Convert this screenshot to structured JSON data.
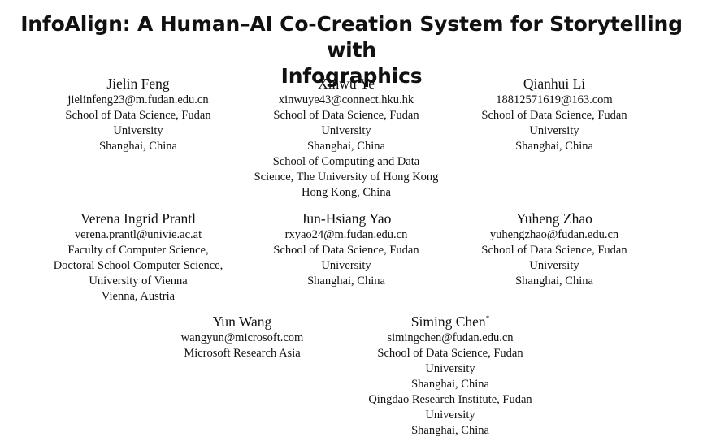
{
  "title": {
    "line1": "InfoAlign: A Human–AI Co-Creation System for Storytelling with",
    "line2": "Infographics"
  },
  "authors": [
    {
      "name": "Jielin Feng",
      "marker": "",
      "email": "jielinfeng23@m.fudan.edu.cn",
      "affiliation": [
        "School of Data Science, Fudan",
        "University",
        "Shanghai, China"
      ]
    },
    {
      "name": "Xinwu Ye",
      "marker": "",
      "email": "xinwuye43@connect.hku.hk",
      "affiliation": [
        "School of Data Science, Fudan",
        "University",
        "Shanghai, China",
        "School of Computing and Data",
        "Science, The University of Hong Kong",
        "Hong Kong, China"
      ]
    },
    {
      "name": "Qianhui Li",
      "marker": "",
      "email": "18812571619@163.com",
      "affiliation": [
        "School of Data Science, Fudan",
        "University",
        "Shanghai, China"
      ]
    },
    {
      "name": "Verena Ingrid Prantl",
      "marker": "",
      "email": "verena.prantl@univie.ac.at",
      "affiliation": [
        "Faculty of Computer Science,",
        "Doctoral School Computer Science,",
        "University of Vienna",
        "Vienna, Austria"
      ]
    },
    {
      "name": "Jun-Hsiang Yao",
      "marker": "",
      "email": "rxyao24@m.fudan.edu.cn",
      "affiliation": [
        "School of Data Science, Fudan",
        "University",
        "Shanghai, China"
      ]
    },
    {
      "name": "Yuheng Zhao",
      "marker": "",
      "email": "yuhengzhao@fudan.edu.cn",
      "affiliation": [
        "School of Data Science, Fudan",
        "University",
        "Shanghai, China"
      ]
    },
    {
      "name": "Yun Wang",
      "marker": "",
      "email": "wangyun@microsoft.com",
      "affiliation": [
        "Microsoft Research Asia"
      ]
    },
    {
      "name": "Siming Chen",
      "marker": "*",
      "email": "simingchen@fudan.edu.cn",
      "affiliation": [
        "School of Data Science, Fudan",
        "University",
        "Shanghai, China",
        "Qingdao Research Institute, Fudan",
        "University",
        "Shanghai, China"
      ]
    }
  ]
}
